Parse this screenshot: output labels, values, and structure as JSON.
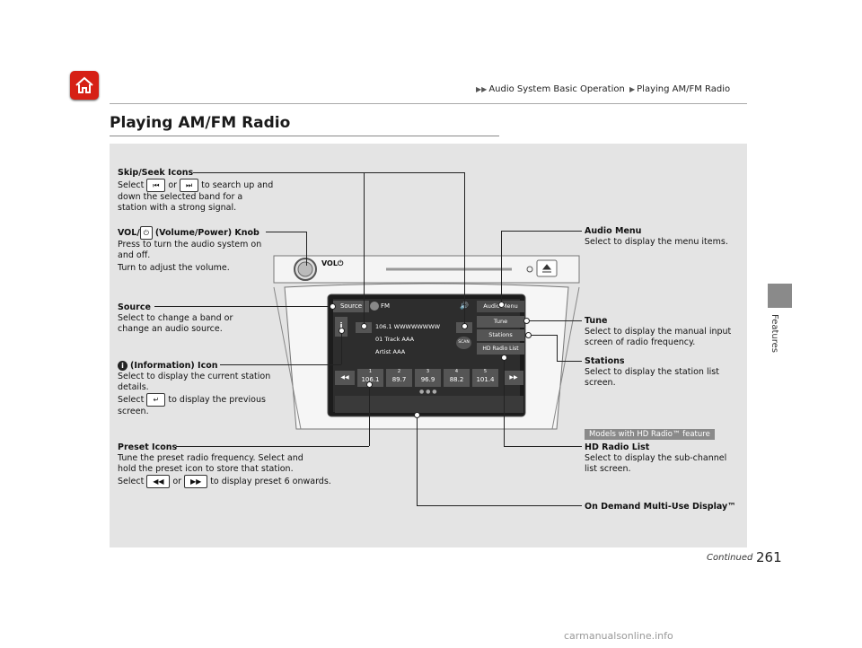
{
  "breadcrumb": {
    "level1": "Audio System Basic Operation",
    "level2": "Playing AM/FM Radio"
  },
  "page_title": "Playing AM/FM Radio",
  "side_tab": "Features",
  "labels": {
    "skip_seek": {
      "title": "Skip/Seek Icons",
      "line1a": "Select",
      "line1b": "or",
      "line1c": "to search up and",
      "line2": "down the selected band for a",
      "line3": "station with a strong signal."
    },
    "vol": {
      "title_a": "VOL/",
      "title_b": "(Volume/Power) Knob",
      "line1": "Press to turn the audio system on",
      "line2": "and off.",
      "line3": "Turn to adjust the volume."
    },
    "source": {
      "title": "Source",
      "line1": "Select to change a band or",
      "line2": "change an audio source."
    },
    "info": {
      "title": "(Information) Icon",
      "line1": "Select to display the current station",
      "line2": "details.",
      "line3a": "Select",
      "line3b": "to display the previous",
      "line4": "screen."
    },
    "preset": {
      "title": "Preset Icons",
      "line1": "Tune the preset radio frequency. Select and",
      "line2": "hold the preset icon to store that station.",
      "line3a": "Select",
      "line3b": "or",
      "line3c": "to display preset 6 onwards."
    },
    "audio_menu": {
      "title": "Audio Menu",
      "line1": "Select to display the menu items."
    },
    "tune": {
      "title": "Tune",
      "line1": "Select to display the manual input",
      "line2": "screen of radio frequency."
    },
    "stations": {
      "title": "Stations",
      "line1": "Select to display the station list",
      "line2": "screen."
    },
    "hd_tag": "Models with HD Radio™ feature",
    "hd_list": {
      "title": "HD Radio List",
      "line1": "Select to display the sub-channel",
      "line2": "list screen."
    },
    "on_demand": {
      "title": "On Demand Multi-Use Display™"
    }
  },
  "screen": {
    "source_btn": "Source",
    "band": "FM",
    "audio_menu": "Audio Menu",
    "tune": "Tune",
    "stations": "Stations",
    "hd_list": "HD Radio List",
    "station_name": "106.1 WWWWWWWW",
    "track": "01 Track AAA",
    "artist": "Artist AAA",
    "scan": "SCAN",
    "presets": [
      {
        "num": "1",
        "freq": "106.1"
      },
      {
        "num": "2",
        "freq": "89.7"
      },
      {
        "num": "3",
        "freq": "96.9"
      },
      {
        "num": "4",
        "freq": "88.2"
      },
      {
        "num": "5",
        "freq": "101.4"
      }
    ]
  },
  "footer": {
    "continued": "Continued",
    "page_number": "261",
    "watermark": "carmanualsonline.info"
  }
}
